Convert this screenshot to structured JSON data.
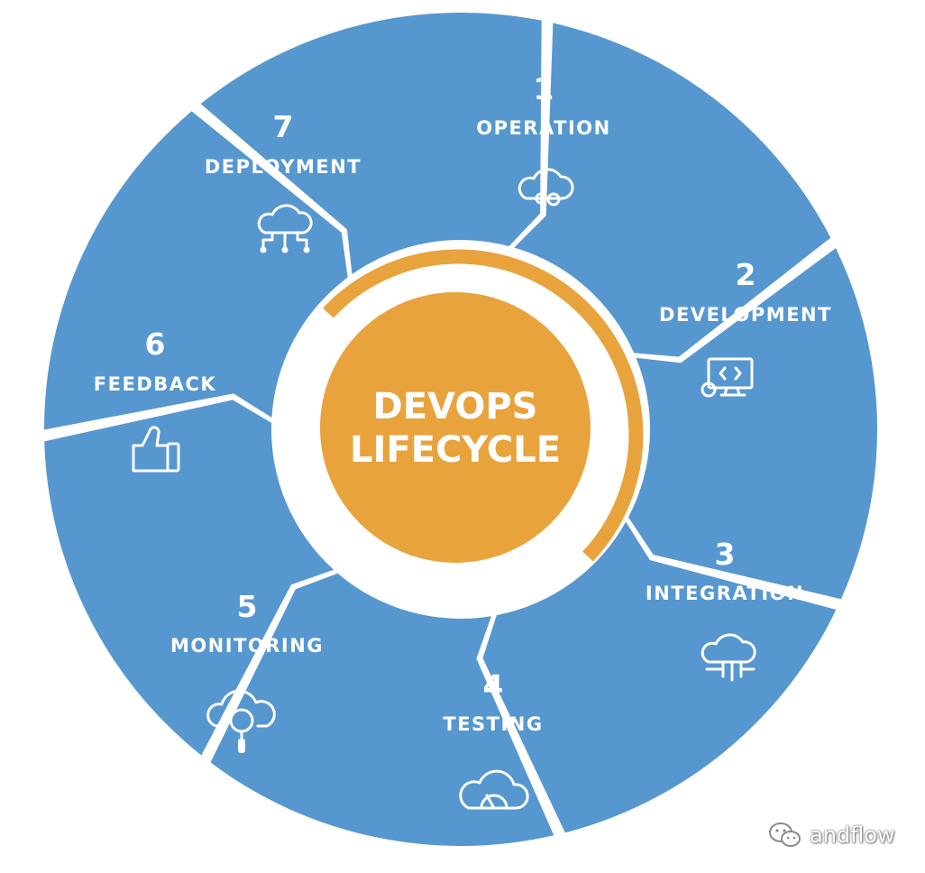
{
  "diagram": {
    "center_title_line1": "DEVOPS",
    "center_title_line2": "LIFECYCLE",
    "colors": {
      "segment_blue": "#5697CF",
      "center_orange": "#E8A33D",
      "ring_orange": "#E8A33D",
      "text_white": "#FFFFFF",
      "background": "#FFFFFF"
    },
    "stages": [
      {
        "number": "1",
        "label": "OPERATION",
        "icon": "cloud-gears-icon"
      },
      {
        "number": "2",
        "label": "DEVELOPMENT",
        "icon": "monitor-code-gear-icon"
      },
      {
        "number": "3",
        "label": "INTEGRATION",
        "icon": "cloud-circuit-icon"
      },
      {
        "number": "4",
        "label": "TESTING",
        "icon": "cloud-gauge-icon"
      },
      {
        "number": "5",
        "label": "MONITORING",
        "icon": "cloud-magnifier-icon"
      },
      {
        "number": "6",
        "label": "FEEDBACK",
        "icon": "thumbs-up-icon"
      },
      {
        "number": "7",
        "label": "DEPLOYMENT",
        "icon": "cloud-network-icon"
      }
    ]
  },
  "watermark": {
    "text": "andflow",
    "icon": "wechat-icon"
  }
}
